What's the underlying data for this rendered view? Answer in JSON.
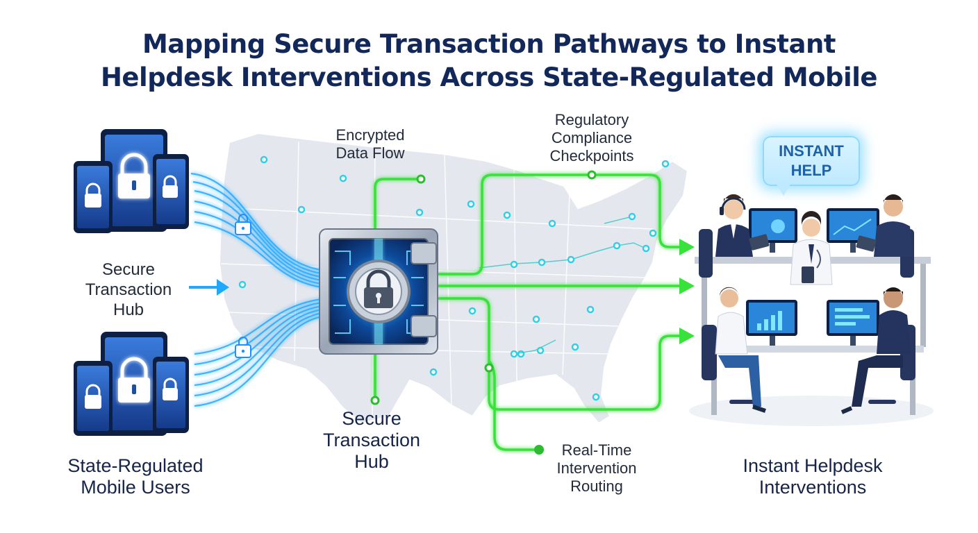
{
  "title": {
    "line1": "Mapping Secure Transaction Pathways to Instant",
    "line2": "Helpdesk Interventions Across State-Regulated Mobile"
  },
  "labels": {
    "encrypted_flow": [
      "Encrypted",
      "Data Flow"
    ],
    "regulatory": [
      "Regulatory",
      "Compliance",
      "Checkpoints"
    ],
    "left_hub": [
      "Secure",
      "Transaction",
      "Hub"
    ],
    "center_hub": [
      "Secure",
      "Transaction",
      "Hub"
    ],
    "mobile_users": [
      "State-Regulated",
      "Mobile Users"
    ],
    "routing": [
      "Real-Time",
      "Intervention",
      "Routing"
    ],
    "helpdesk": [
      "Instant Helpdesk",
      "Interventions"
    ]
  },
  "help_bubble": [
    "INSTANT",
    "HELP"
  ],
  "colors": {
    "title": "#13285a",
    "flow_blue": "#1fa8ff",
    "flow_green": "#39e23a",
    "map": "#e4e7ee",
    "navy": "#23335f"
  },
  "icons": [
    "padlock-icon",
    "vault-icon",
    "arrow-right-icon",
    "headset-icon",
    "monitor-icon"
  ]
}
